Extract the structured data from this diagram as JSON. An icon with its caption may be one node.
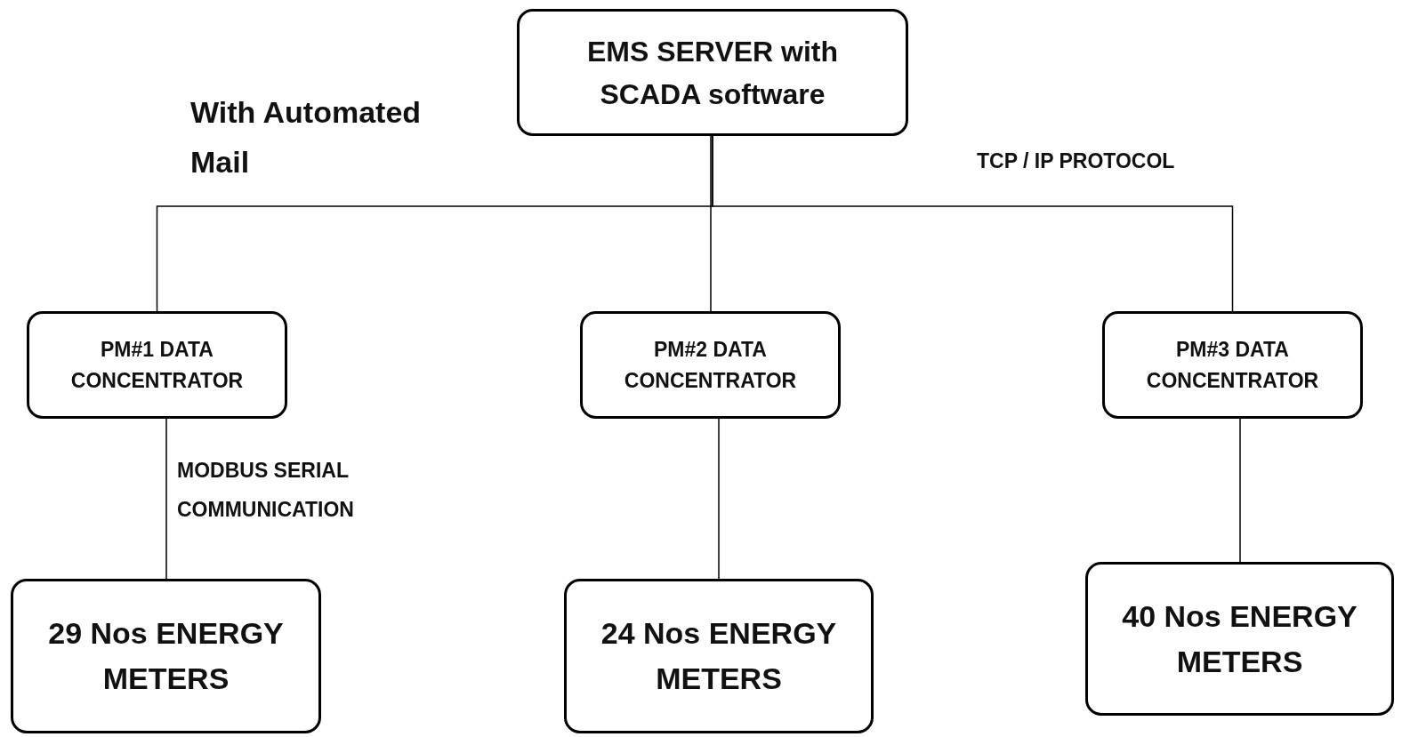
{
  "diagram": {
    "nodes": [
      {
        "text": [
          "EMS SERVER with SCADA software"
        ]
      },
      {
        "text": [
          "PM#1 DATA CONCENTRATOR"
        ]
      },
      {
        "text": [
          "PM#2 DATA CONCENTRATOR"
        ]
      },
      {
        "text": [
          "PM#3 DATA CONCENTRATOR"
        ]
      },
      {
        "text": [
          "29 Nos ENERGY METERS"
        ]
      },
      {
        "text": [
          "24 Nos ENERGY METERS"
        ]
      },
      {
        "text": [
          "40 Nos ENERGY METERS"
        ]
      }
    ],
    "edges": [
      {
        "from": 0,
        "to": 1,
        "arrow": "none"
      },
      {
        "from": 0,
        "to": 2,
        "arrow": "none"
      },
      {
        "from": 0,
        "to": 3,
        "arrow": "none"
      },
      {
        "from": 1,
        "to": 4,
        "arrow": "none"
      },
      {
        "from": 2,
        "to": 5,
        "arrow": "none"
      },
      {
        "from": 3,
        "to": 6,
        "arrow": "none"
      }
    ],
    "labels": [
      "With Automated Mail",
      "TCP / IP PROTOCOL",
      "MODBUS SERIAL COMMUNICATION"
    ]
  }
}
